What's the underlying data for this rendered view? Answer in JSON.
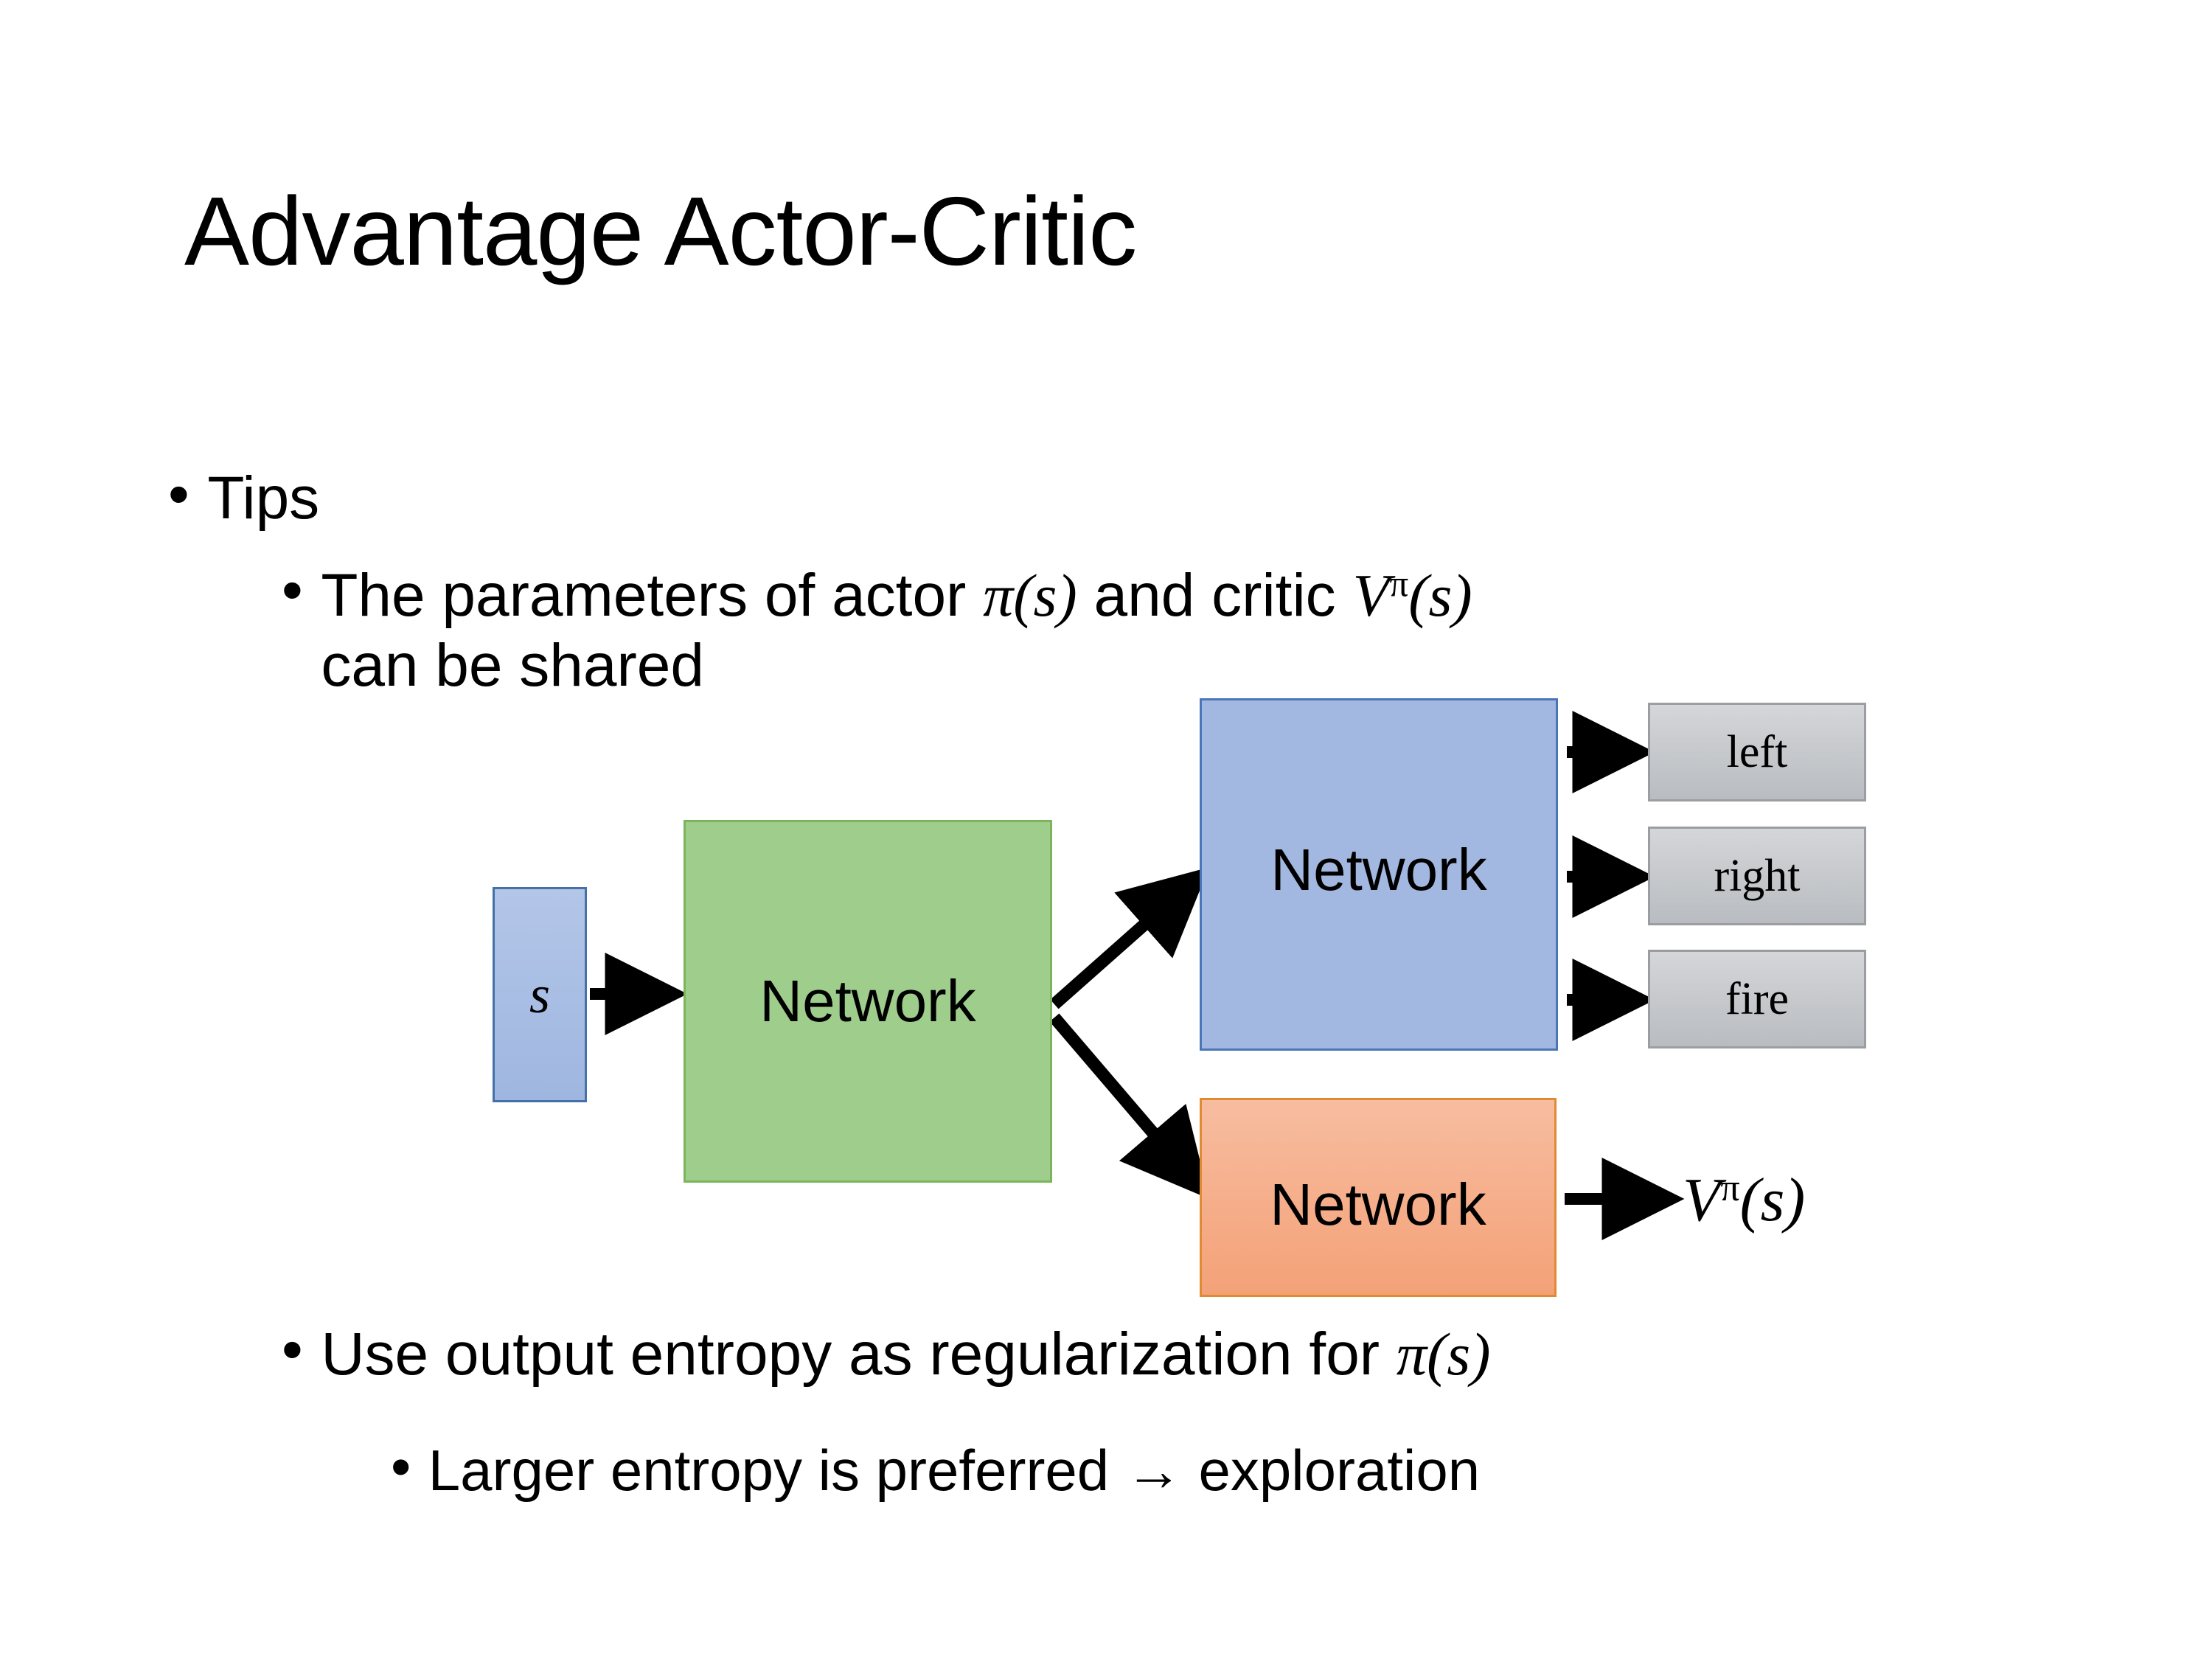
{
  "slide": {
    "title": "Advantage Actor-Critic",
    "background": "#ffffff"
  },
  "bullets": {
    "tips": {
      "marker": "•",
      "text": "Tips"
    },
    "shared": {
      "marker": "•",
      "prefix": "The parameters of actor ",
      "math_actor": "π(s)",
      "middle": "  and critic ",
      "math_critic_base": "V",
      "math_critic_sup": "π",
      "math_critic_arg": "(s)",
      "line2": "can be shared",
      "full_text": "The parameters of actor π(s)  and critic Vπ(s) can be shared"
    },
    "entropy": {
      "marker": "•",
      "prefix": "Use output entropy as regularization for ",
      "math": "π(s)",
      "full_text": "Use output entropy as regularization for π(s)"
    },
    "larger": {
      "marker": "•",
      "text": "Larger entropy is preferred → exploration",
      "arrow_glyph": "→"
    }
  },
  "diagram": {
    "state_node": {
      "label": "s",
      "fill": "#a8bde4",
      "border": "#4472a8"
    },
    "shared_network": {
      "label": "Network",
      "fill": "#9fcd8b",
      "border": "#7ab55c"
    },
    "actor_network": {
      "label": "Network",
      "fill": "#a3b8e0",
      "border": "#4a76b8"
    },
    "critic_network": {
      "label": "Network",
      "fill": "#f4a177",
      "border": "#e08a33"
    },
    "action_outputs": [
      {
        "label": "left",
        "fill": "#c6c9cc",
        "border": "#9a9da1"
      },
      {
        "label": "right",
        "fill": "#c6c9cc",
        "border": "#9a9da1"
      },
      {
        "label": "fire",
        "fill": "#c6c9cc",
        "border": "#9a9da1"
      }
    ],
    "value_output": {
      "base": "V",
      "sup": "π",
      "arg": "(s)",
      "text": "Vπ(s)"
    },
    "arrows": [
      {
        "name": "state-to-shared",
        "from": "state_node",
        "to": "shared_network"
      },
      {
        "name": "shared-to-actor",
        "from": "shared_network",
        "to": "actor_network"
      },
      {
        "name": "shared-to-critic",
        "from": "shared_network",
        "to": "critic_network"
      },
      {
        "name": "actor-to-left",
        "from": "actor_network",
        "to": "left"
      },
      {
        "name": "actor-to-right",
        "from": "actor_network",
        "to": "right"
      },
      {
        "name": "actor-to-fire",
        "from": "actor_network",
        "to": "fire"
      },
      {
        "name": "critic-to-value",
        "from": "critic_network",
        "to": "value_output"
      }
    ],
    "arrow_color": "#000000"
  }
}
